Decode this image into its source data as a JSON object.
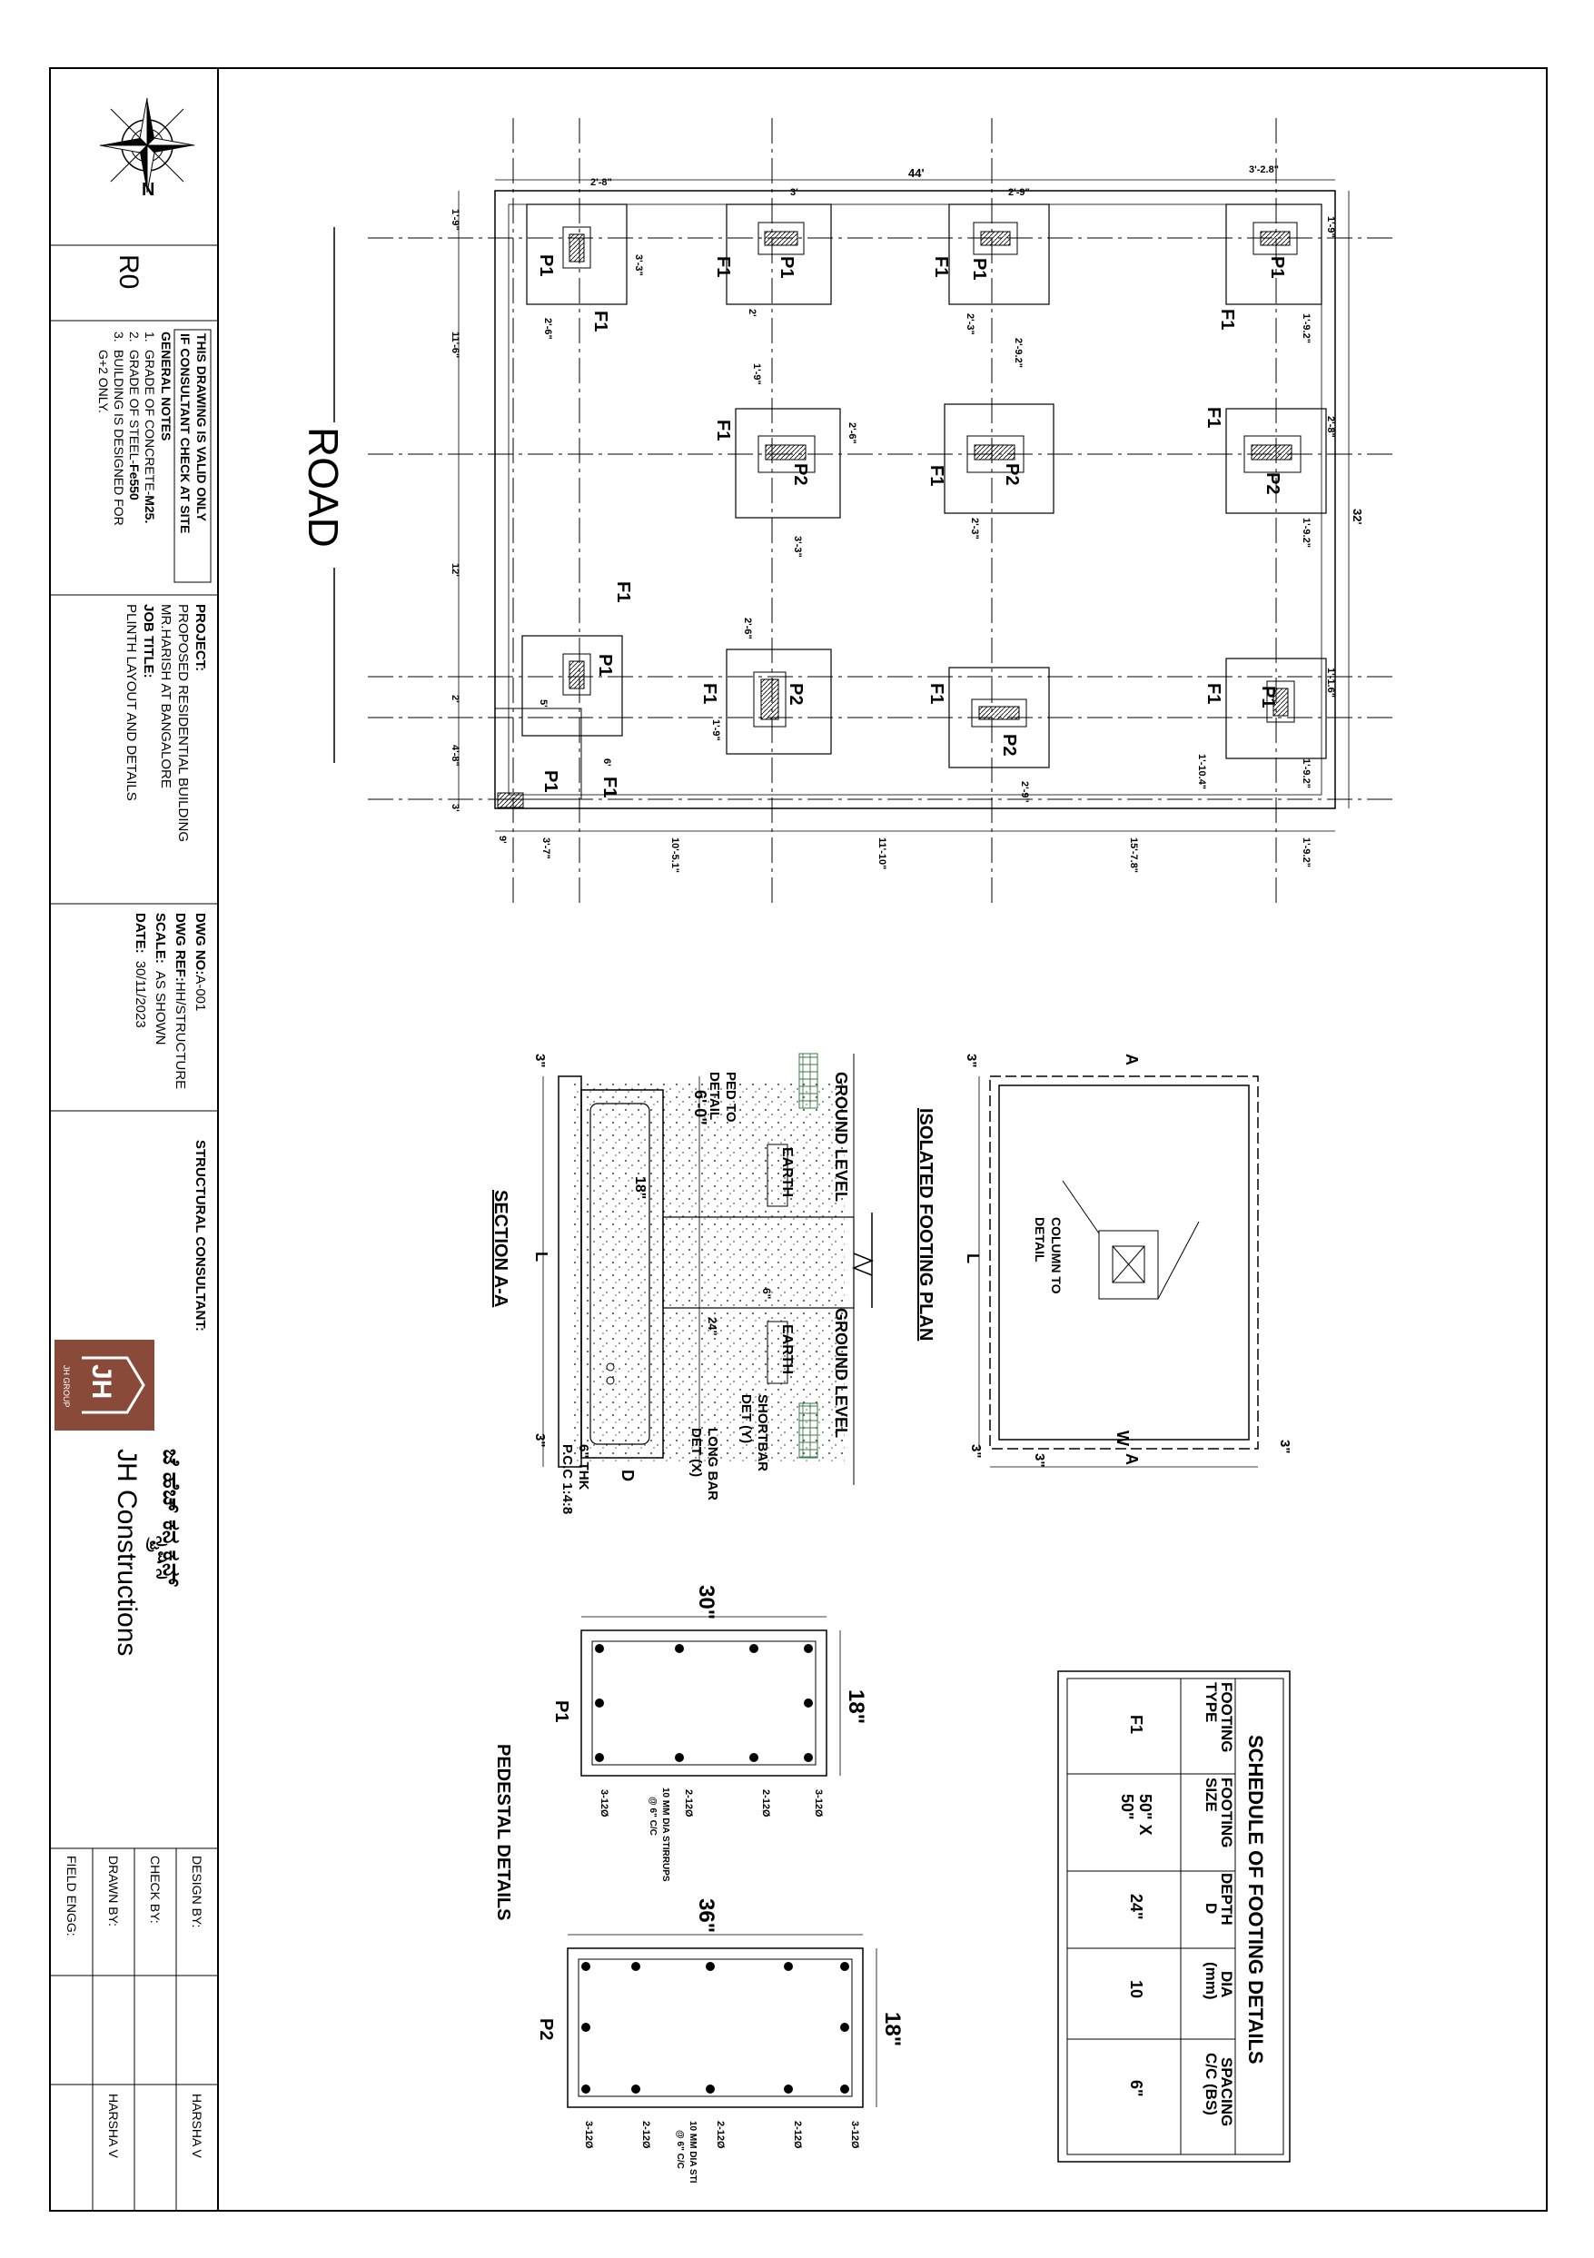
{
  "title_block": {
    "north_label": "N",
    "revision": "R0",
    "validity_line1": "THIS DRAWING IS VALID ONLY",
    "validity_line2": "IF CONSULTANT CHECK AT SITE",
    "general_notes_heading": "GENERAL NOTES",
    "notes": [
      {
        "num": "1.",
        "prefix": "GRADE OF CONCRETE-",
        "value": "M25."
      },
      {
        "num": "2.",
        "prefix": "GRADE OF STEEL-",
        "value": "Fe550"
      },
      {
        "num": "3.",
        "prefix": "BUILDING IS DESIGNED FOR",
        "value": ""
      },
      {
        "num": "",
        "prefix": "G+2 ONLY.",
        "value": ""
      }
    ],
    "project_heading": "PROJECT:",
    "project_line1": "PROPOSED RESIDENTIAL BUILDING",
    "project_line2": "MR.HARISH AT BANGALORE",
    "job_title_heading": "JOB TITLE:",
    "job_title": "PLINTH LAYOUT AND DETAILS",
    "dwg_no_label": "DWG NO:",
    "dwg_no": "A-001",
    "dwg_ref_label": "DWG REF:",
    "dwg_ref": "HH/STRUCTURE",
    "scale_label": "SCALE:",
    "scale": "AS SHOWN",
    "date_label": "DATE:",
    "date": "30/11/2023",
    "consultant_heading": "STRUCTURAL CONSULTANT:",
    "logo_text": "JH",
    "logo_sub": "JH GROUP",
    "company_kannada": "ಜೆ ಹೆಚ್ ಕನ್ಸ್ಟ್ರಕ್ಷನ್ಸ್",
    "company_name": "JH Constructions",
    "signoffs": [
      {
        "label": "DESIGN BY:",
        "value": "HARSHA V"
      },
      {
        "label": "CHECK BY:",
        "value": ""
      },
      {
        "label": "DRAWN BY:",
        "value": "HARSHA V"
      },
      {
        "label": "FIELD ENGG:",
        "value": ""
      }
    ]
  },
  "plan": {
    "road_label": "ROAD",
    "overall_top": "44'",
    "overall_right": "32'",
    "col_dims": [
      "2'-8\"",
      "3'",
      "2'-9\"",
      "3'-2.8\""
    ],
    "bottom_dims": [
      "3'-7\"",
      "10'-5.1\"",
      "11'-10\"",
      "15'-7.8\"",
      "1'-9.2\""
    ],
    "left_dims": [
      "1'-9\"",
      "11'-6\"",
      "12'",
      "2'",
      "4'-8\"",
      "3'"
    ],
    "right_dims": [
      "1'-9\"",
      "1'-9.2\"",
      "2'-8\"",
      "1'-9.2\"",
      "1'-1.6\"",
      "1'-9.2\""
    ],
    "small_dims": [
      "3'-3\"",
      "2'-6\"",
      "2'",
      "2'-3\"",
      "2'-9.2\"",
      "1'-9\"",
      "2'-6\"",
      "3'-3\"",
      "2'-3\"",
      "2'-6\"",
      "1'-9\"",
      "1'-10.4\"",
      "2'-9\"",
      "5'",
      "6'",
      "9'"
    ],
    "footing_tag": "F1",
    "pedestal_tags": [
      "P1",
      "P2"
    ]
  },
  "isolated_plan": {
    "title": "ISOLATED FOOTING PLAN",
    "column_note_line1": "COLUMN TO",
    "column_note_line2": "DETAIL",
    "length_label": "L",
    "width_label": "W",
    "offset": "3\"",
    "section_mark": "A"
  },
  "section": {
    "title": "SECTION A-A",
    "ground_level": "GROUND LEVEL",
    "earth": "EARTH",
    "ped_note_line1": "PED TO",
    "ped_note_line2": "DETAIL",
    "width_dim": "6'-0\"",
    "pedestal_dim": "18\"",
    "depth_dim": "24\"",
    "cover_dim": "6\"",
    "length_label": "L",
    "depth_label": "D",
    "offset": "3\"",
    "short_bar_line1": "SHORTBAR",
    "short_bar_line2": "DET (Y)",
    "long_bar_line1": "LONG BAR",
    "long_bar_line2": "DET (X)",
    "pcc_line1": "6\" THK",
    "pcc_line2": "P.C.C 1:4:8"
  },
  "pedestals": {
    "title": "PEDESTAL DETAILS",
    "p1": {
      "tag": "P1",
      "long": "30\"",
      "short": "18\"",
      "bar": "3-12Ø",
      "bar2": "2-12Ø",
      "stirrup_line1": "10 MM DIA STIRRUPS",
      "stirrup_line2": "@   6\" C/C"
    },
    "p2": {
      "tag": "P2",
      "long": "36\"",
      "short": "18\"",
      "bar": "3-12Ø",
      "bar2": "2-12Ø",
      "stirrup_line1": "10 MM DIA STI",
      "stirrup_line2": "@   6\" C/C"
    }
  },
  "schedule": {
    "title": "SCHEDULE OF FOOTING DETAILS",
    "headers": [
      [
        "FOOTING",
        "TYPE"
      ],
      [
        "FOOTING",
        "SIZE"
      ],
      [
        "DEPTH",
        "D"
      ],
      [
        "DIA",
        "(mm)"
      ],
      [
        "SPACING",
        "C/C (BS)"
      ]
    ],
    "row": {
      "type": "F1",
      "size_1": "50\" X",
      "size_2": "50\"",
      "depth": "24\"",
      "dia": "10",
      "spacing": "6\""
    }
  }
}
